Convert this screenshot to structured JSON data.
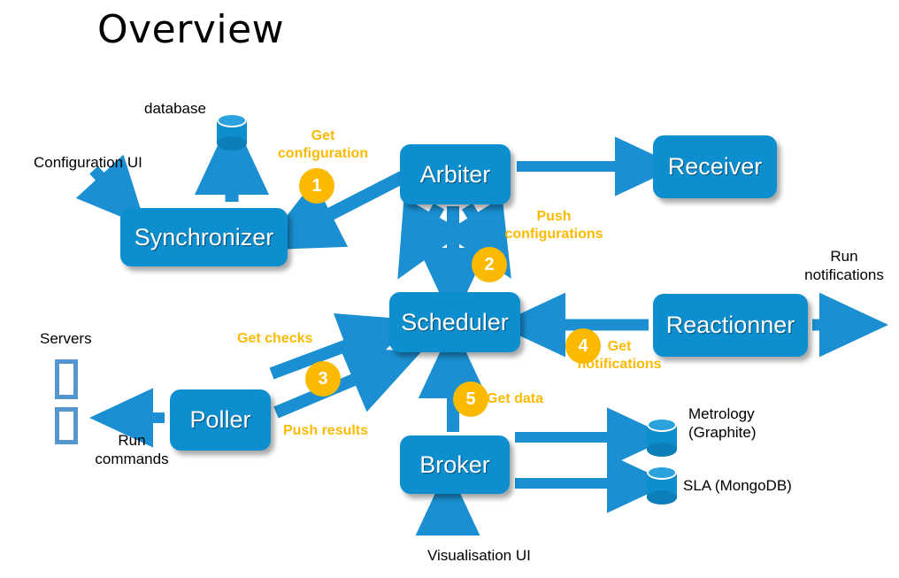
{
  "page": {
    "title": "Overview",
    "accent_blue": "#0d8ecf",
    "accent_orange": "#FBBA00",
    "server_outline": "#5596cf",
    "text_color": "#000000",
    "background": "#ffffff"
  },
  "nodes": [
    {
      "id": "synchronizer",
      "label": "Synchronizer"
    },
    {
      "id": "arbiter",
      "label": "Arbiter"
    },
    {
      "id": "receiver",
      "label": "Receiver"
    },
    {
      "id": "scheduler",
      "label": "Scheduler"
    },
    {
      "id": "reactionner",
      "label": "Reactionner"
    },
    {
      "id": "poller",
      "label": "Poller"
    },
    {
      "id": "broker",
      "label": "Broker"
    }
  ],
  "datastores": [
    {
      "id": "database",
      "label": "database"
    },
    {
      "id": "metrology",
      "label": "Metrology\n(Graphite)"
    },
    {
      "id": "sla",
      "label": "SLA (MongoDB)"
    }
  ],
  "labels": {
    "configuration_ui": "Configuration  UI",
    "servers": "Servers",
    "run_commands": "Run\ncommands",
    "run_notifications": "Run\nnotifications",
    "visualisation_ui": "Visualisation UI"
  },
  "steps": [
    {
      "number": "1",
      "label": "Get\nconfiguration"
    },
    {
      "number": "2",
      "label": "Push\nconfigurations"
    },
    {
      "number": "3",
      "label": "Get checks"
    },
    {
      "number": "3b",
      "label": "Push  results"
    },
    {
      "number": "4",
      "label": "Get\nnotifications"
    },
    {
      "number": "5",
      "label": "Get data"
    }
  ]
}
